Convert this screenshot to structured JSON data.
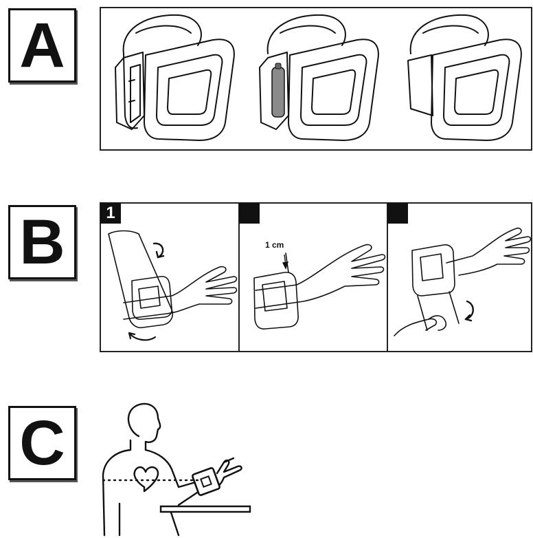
{
  "sections": {
    "a": {
      "letter": "A"
    },
    "b": {
      "letter": "B",
      "step1_label": "1",
      "step2_label": "",
      "step3_label": "",
      "measure_label": "1 cm"
    },
    "c": {
      "letter": "C"
    }
  },
  "colors": {
    "ink": "#111111",
    "battery": "#8a8a8a",
    "background": "#ffffff"
  }
}
